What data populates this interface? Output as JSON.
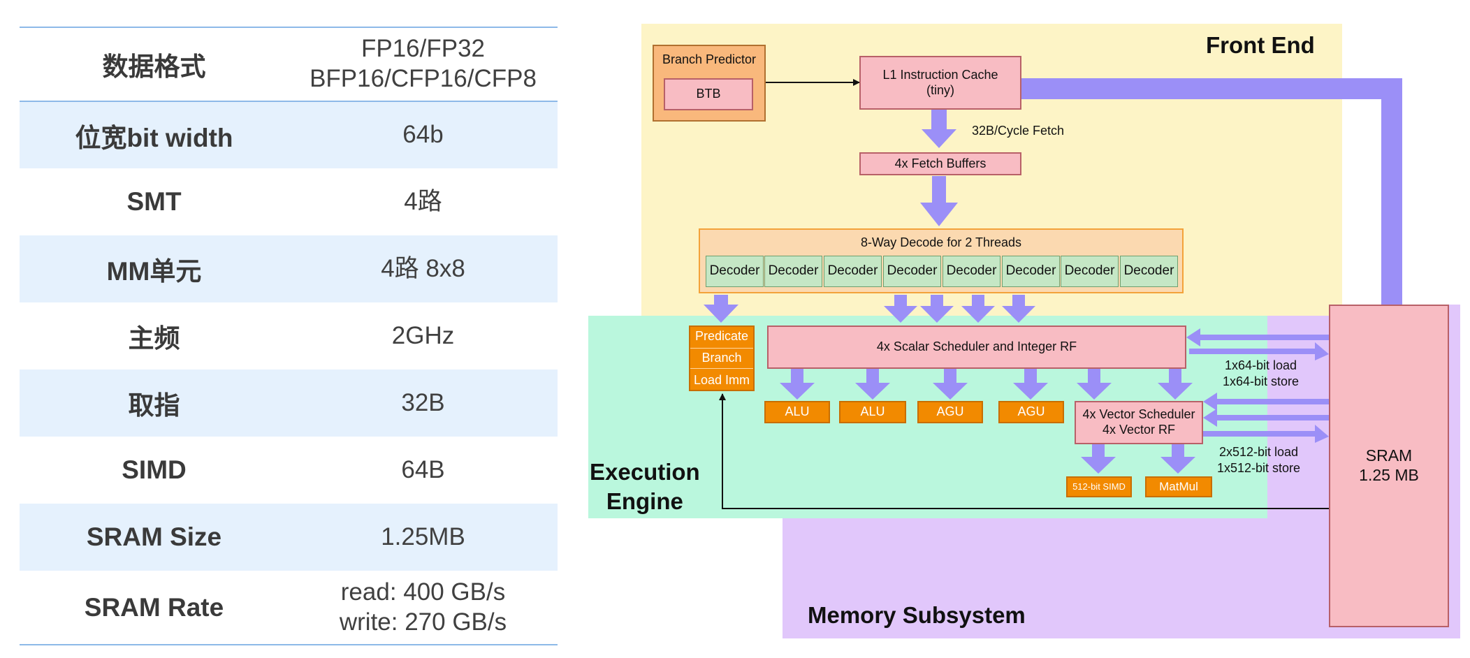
{
  "table": {
    "rows": [
      {
        "key": "数据格式",
        "value_lines": [
          "FP16/FP32",
          "BFP16/CFP16/CFP8"
        ]
      },
      {
        "key": "位宽bit width",
        "value_lines": [
          "64b"
        ]
      },
      {
        "key": "SMT",
        "value_lines": [
          "4路"
        ]
      },
      {
        "key": "MM单元",
        "value_lines": [
          "4路 8x8"
        ]
      },
      {
        "key": "主频",
        "value_lines": [
          "2GHz"
        ]
      },
      {
        "key": "取指",
        "value_lines": [
          "32B"
        ]
      },
      {
        "key": "SIMD",
        "value_lines": [
          "64B"
        ]
      },
      {
        "key": "SRAM Size",
        "value_lines": [
          "1.25MB"
        ]
      },
      {
        "key": "SRAM Rate",
        "value_lines": [
          "read: 400 GB/s",
          "write: 270 GB/s"
        ]
      }
    ]
  },
  "diagram": {
    "regions": {
      "front_end": "Front End",
      "execution_engine_line1": "Execution",
      "execution_engine_line2": "Engine",
      "memory_subsystem": "Memory Subsystem"
    },
    "branch_predictor": {
      "title": "Branch Predictor",
      "btb": "BTB"
    },
    "l1_cache": {
      "line1": "L1 Instruction Cache",
      "line2": "(tiny)"
    },
    "fetch_label": "32B/Cycle Fetch",
    "fetch_buffers": "4x Fetch Buffers",
    "decode": {
      "title": "8-Way Decode for 2 Threads",
      "unit": "Decoder",
      "count": 8
    },
    "side_unit": [
      "Predicate",
      "Branch",
      "Load Imm"
    ],
    "scalar_scheduler": "4x Scalar Scheduler and Integer RF",
    "exec_units": [
      "ALU",
      "ALU",
      "AGU",
      "AGU"
    ],
    "vector_scheduler": {
      "line1": "4x Vector Scheduler",
      "line2": "4x Vector RF"
    },
    "simd": "512-bit SIMD",
    "matmul": "MatMul",
    "scalar_bus": {
      "line1": "1x64-bit load",
      "line2": "1x64-bit store"
    },
    "vector_bus": {
      "line1": "2x512-bit load",
      "line2": "1x512-bit store"
    },
    "sram": {
      "line1": "SRAM",
      "line2": "1.25 MB"
    },
    "colors": {
      "front_end": "#fdf4c6",
      "execution_engine": "#baf7dd",
      "memory_subsystem": "#e1c7fb",
      "arrow": "#9b8ff7",
      "box_pink": "#f8bcc3",
      "box_orange": "#f28a00",
      "decoder_green": "#c5e7c5",
      "decode_frame": "#fbd9b0",
      "table_shade": "#e5f1fd"
    }
  }
}
